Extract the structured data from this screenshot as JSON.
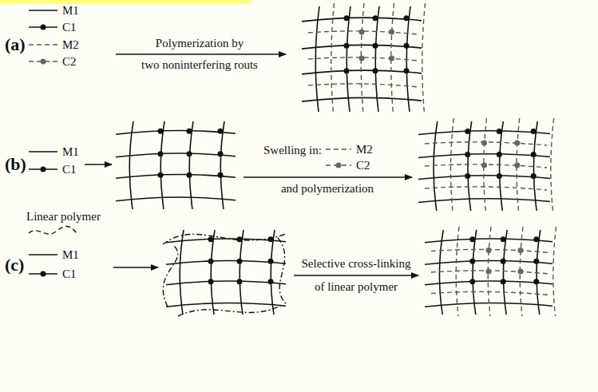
{
  "diagram": {
    "labels": [
      "(a)",
      "M1",
      "C1",
      "M2",
      "C2",
      "Polymerization by",
      "two noninterfering routs",
      "(b)",
      "M1",
      "C1",
      "Swelling in:",
      "M2",
      "C2",
      "and polymerization",
      "(c)",
      "Linear polymer",
      "M1",
      "C1",
      "Selective cross-linking",
      "of linear polymer"
    ]
  }
}
